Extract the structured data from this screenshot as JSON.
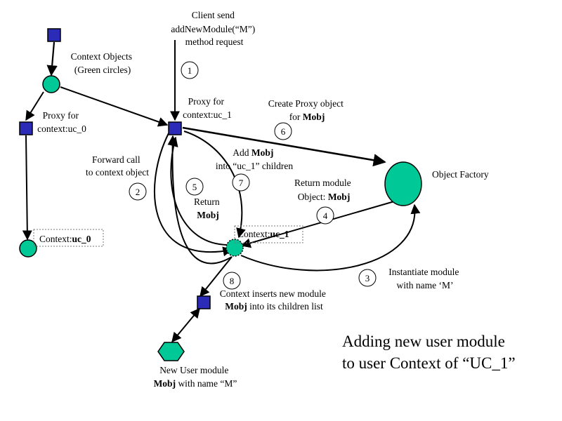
{
  "colors": {
    "square": "#2b2bb8",
    "circle": "#00c896",
    "ink": "#000000"
  },
  "labels": {
    "client_send": [
      "Client send",
      "addNewModule(“M”)",
      "method request"
    ],
    "context_objects": [
      "Context Objects",
      "(Green circles)"
    ],
    "proxy_uc1": [
      "Proxy for",
      "context:uc_1"
    ],
    "create_proxy": "Create Proxy object",
    "create_proxy_for": "for ",
    "create_proxy_bold": "Mobj",
    "proxy_uc0": [
      "Proxy for",
      "context:uc_0"
    ],
    "add_mobj_bold": "Mobj",
    "add_mobj_pre": "Add ",
    "add_mobj_line2": "into “uc_1” children",
    "forward_call": [
      "Forward call",
      "to context object"
    ],
    "object_factory": "Object Factory",
    "return_module_line1": "Return module",
    "return_module_pre": "Object: ",
    "return_module_bold": "Mobj",
    "return_line1": "Return",
    "return_bold": "Mobj",
    "context_uc0_pre": "Context:",
    "context_uc0_bold": "uc_0",
    "context_uc1_pre": "Context:",
    "context_uc1_bold": "uc_1",
    "instantiate": [
      "Instantiate module",
      "with name ‘M’"
    ],
    "inserts_line1": "Context inserts new module",
    "inserts_bold": "Mobj",
    "inserts_rest": " into its children list",
    "new_user_line1": "New User module",
    "new_user_bold": "Mobj",
    "new_user_rest": " with name “M”",
    "title": [
      "Adding new user module",
      "to user Context of “UC_1”"
    ]
  },
  "steps": [
    "1",
    "2",
    "3",
    "4",
    "5",
    "6",
    "7",
    "8"
  ]
}
